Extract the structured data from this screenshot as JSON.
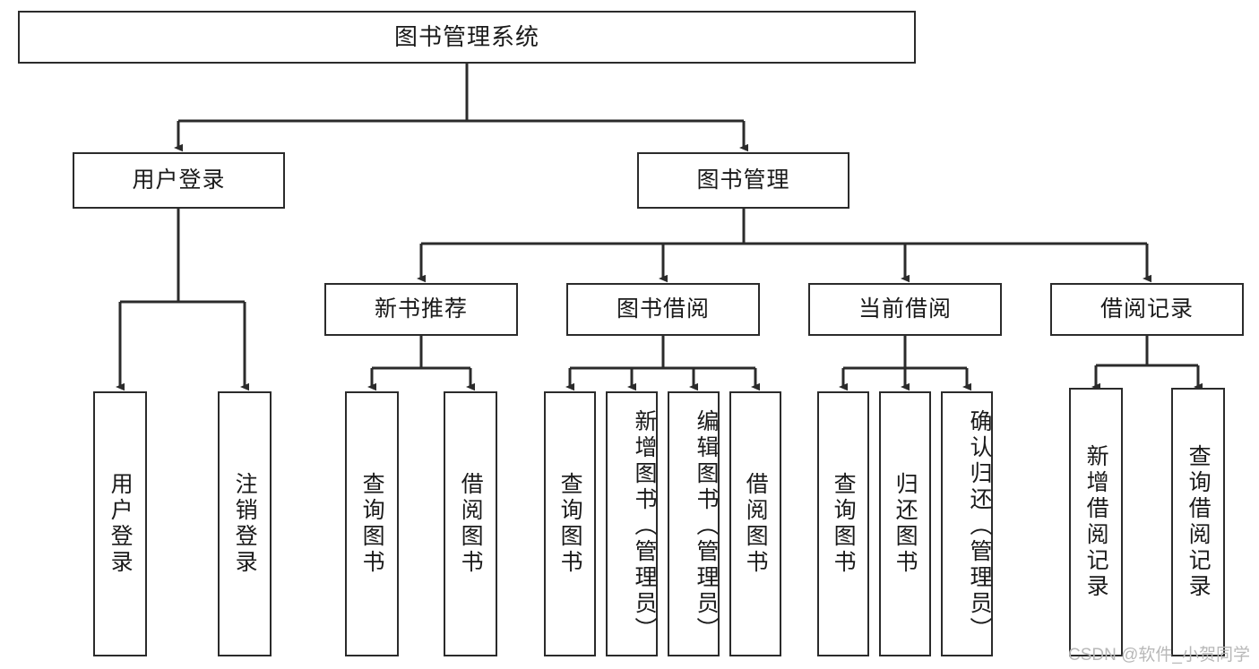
{
  "diagram": {
    "title": "图书管理系统",
    "type": "tree",
    "watermark": "CSDN @软件_小贺同学",
    "colors": {
      "box_border": "#2b2b2b",
      "box_fill": "#ffffff",
      "line": "#2b2b2b",
      "text": "#1a1a1a",
      "watermark": "#b8b8b8"
    },
    "root": {
      "label": "图书管理系统"
    },
    "level2": [
      {
        "id": "user-login",
        "label": "用户登录"
      },
      {
        "id": "book-manage",
        "label": "图书管理"
      }
    ],
    "level3": [
      {
        "id": "new-book-rec",
        "label": "新书推荐"
      },
      {
        "id": "book-borrow",
        "label": "图书借阅"
      },
      {
        "id": "current-borrow",
        "label": "当前借阅"
      },
      {
        "id": "borrow-record",
        "label": "借阅记录"
      }
    ],
    "leaves": {
      "user_login": [
        {
          "id": "leaf-user-login",
          "label": "用户登录"
        },
        {
          "id": "leaf-logout",
          "label": "注销登录"
        }
      ],
      "new_book_rec": [
        {
          "id": "leaf-query-book-1",
          "label": "查询图书"
        },
        {
          "id": "leaf-borrow-book-1",
          "label": "借阅图书"
        }
      ],
      "book_borrow": [
        {
          "id": "leaf-query-book-2",
          "label": "查询图书"
        },
        {
          "id": "leaf-add-book",
          "label": "新增图书（管理员）"
        },
        {
          "id": "leaf-edit-book",
          "label": "编辑图书（管理员）"
        },
        {
          "id": "leaf-borrow-book-2",
          "label": "借阅图书"
        }
      ],
      "current_borrow": [
        {
          "id": "leaf-query-book-3",
          "label": "查询图书"
        },
        {
          "id": "leaf-return-book",
          "label": "归还图书"
        },
        {
          "id": "leaf-confirm-return",
          "label": "确认归还（管理员）"
        }
      ],
      "borrow_record": [
        {
          "id": "leaf-add-record",
          "label": "新增借阅记录"
        },
        {
          "id": "leaf-query-record",
          "label": "查询借阅记录"
        }
      ]
    }
  }
}
